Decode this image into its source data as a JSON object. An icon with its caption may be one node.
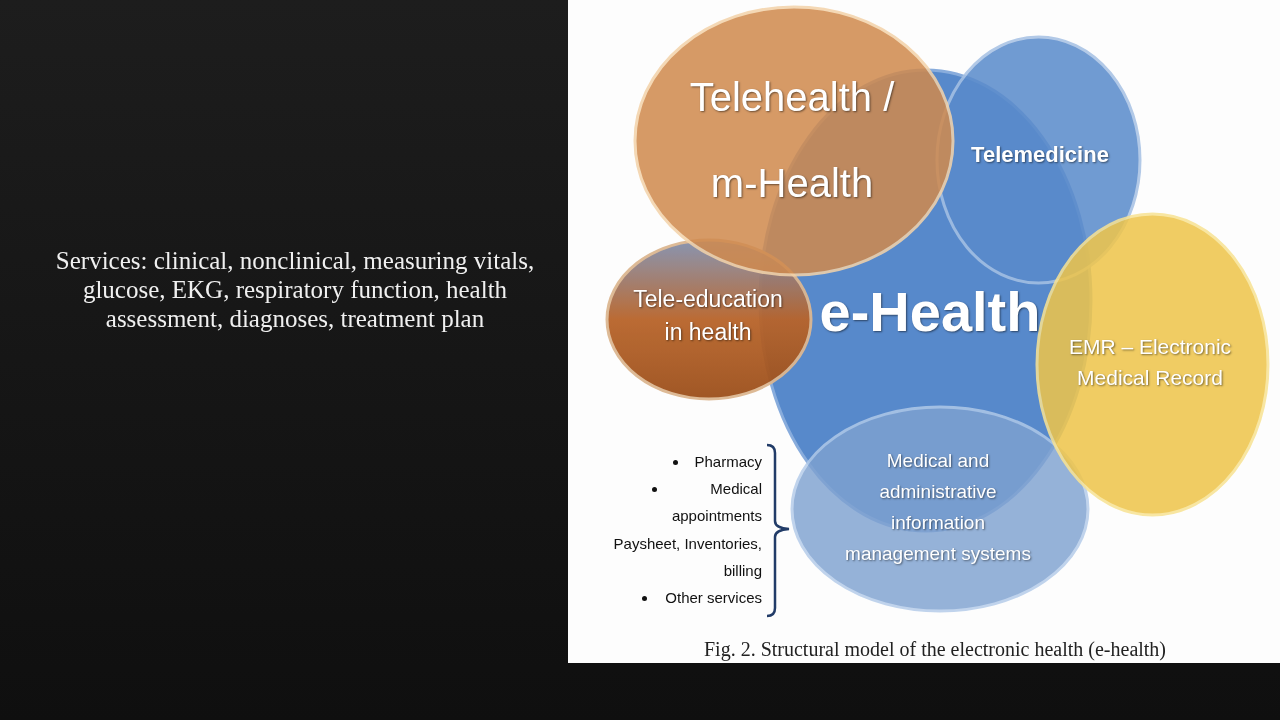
{
  "diagram": {
    "caption": "Fig. 2. Structural model of the electronic health (e-health)",
    "nodes": [
      {
        "text": [
          "Telehealth / m-Health"
        ]
      },
      {
        "text": [
          "Telemedicine"
        ]
      },
      {
        "text": [
          "Tele-education in health"
        ]
      },
      {
        "text": [
          "e-Health"
        ]
      },
      {
        "text": [
          "EMR – Electronic Medical Record"
        ]
      },
      {
        "text": [
          "Medical and administrative information management systems"
        ]
      }
    ],
    "labels": [
      "Services: clinical, nonclinical, measuring vitals, glucose, EKG, respiratory function, health assessment, diagnoses, treatment plan",
      "Pharmacy",
      "Medical appointments",
      "Paysheet, Inventories, billing",
      "Other services"
    ]
  }
}
